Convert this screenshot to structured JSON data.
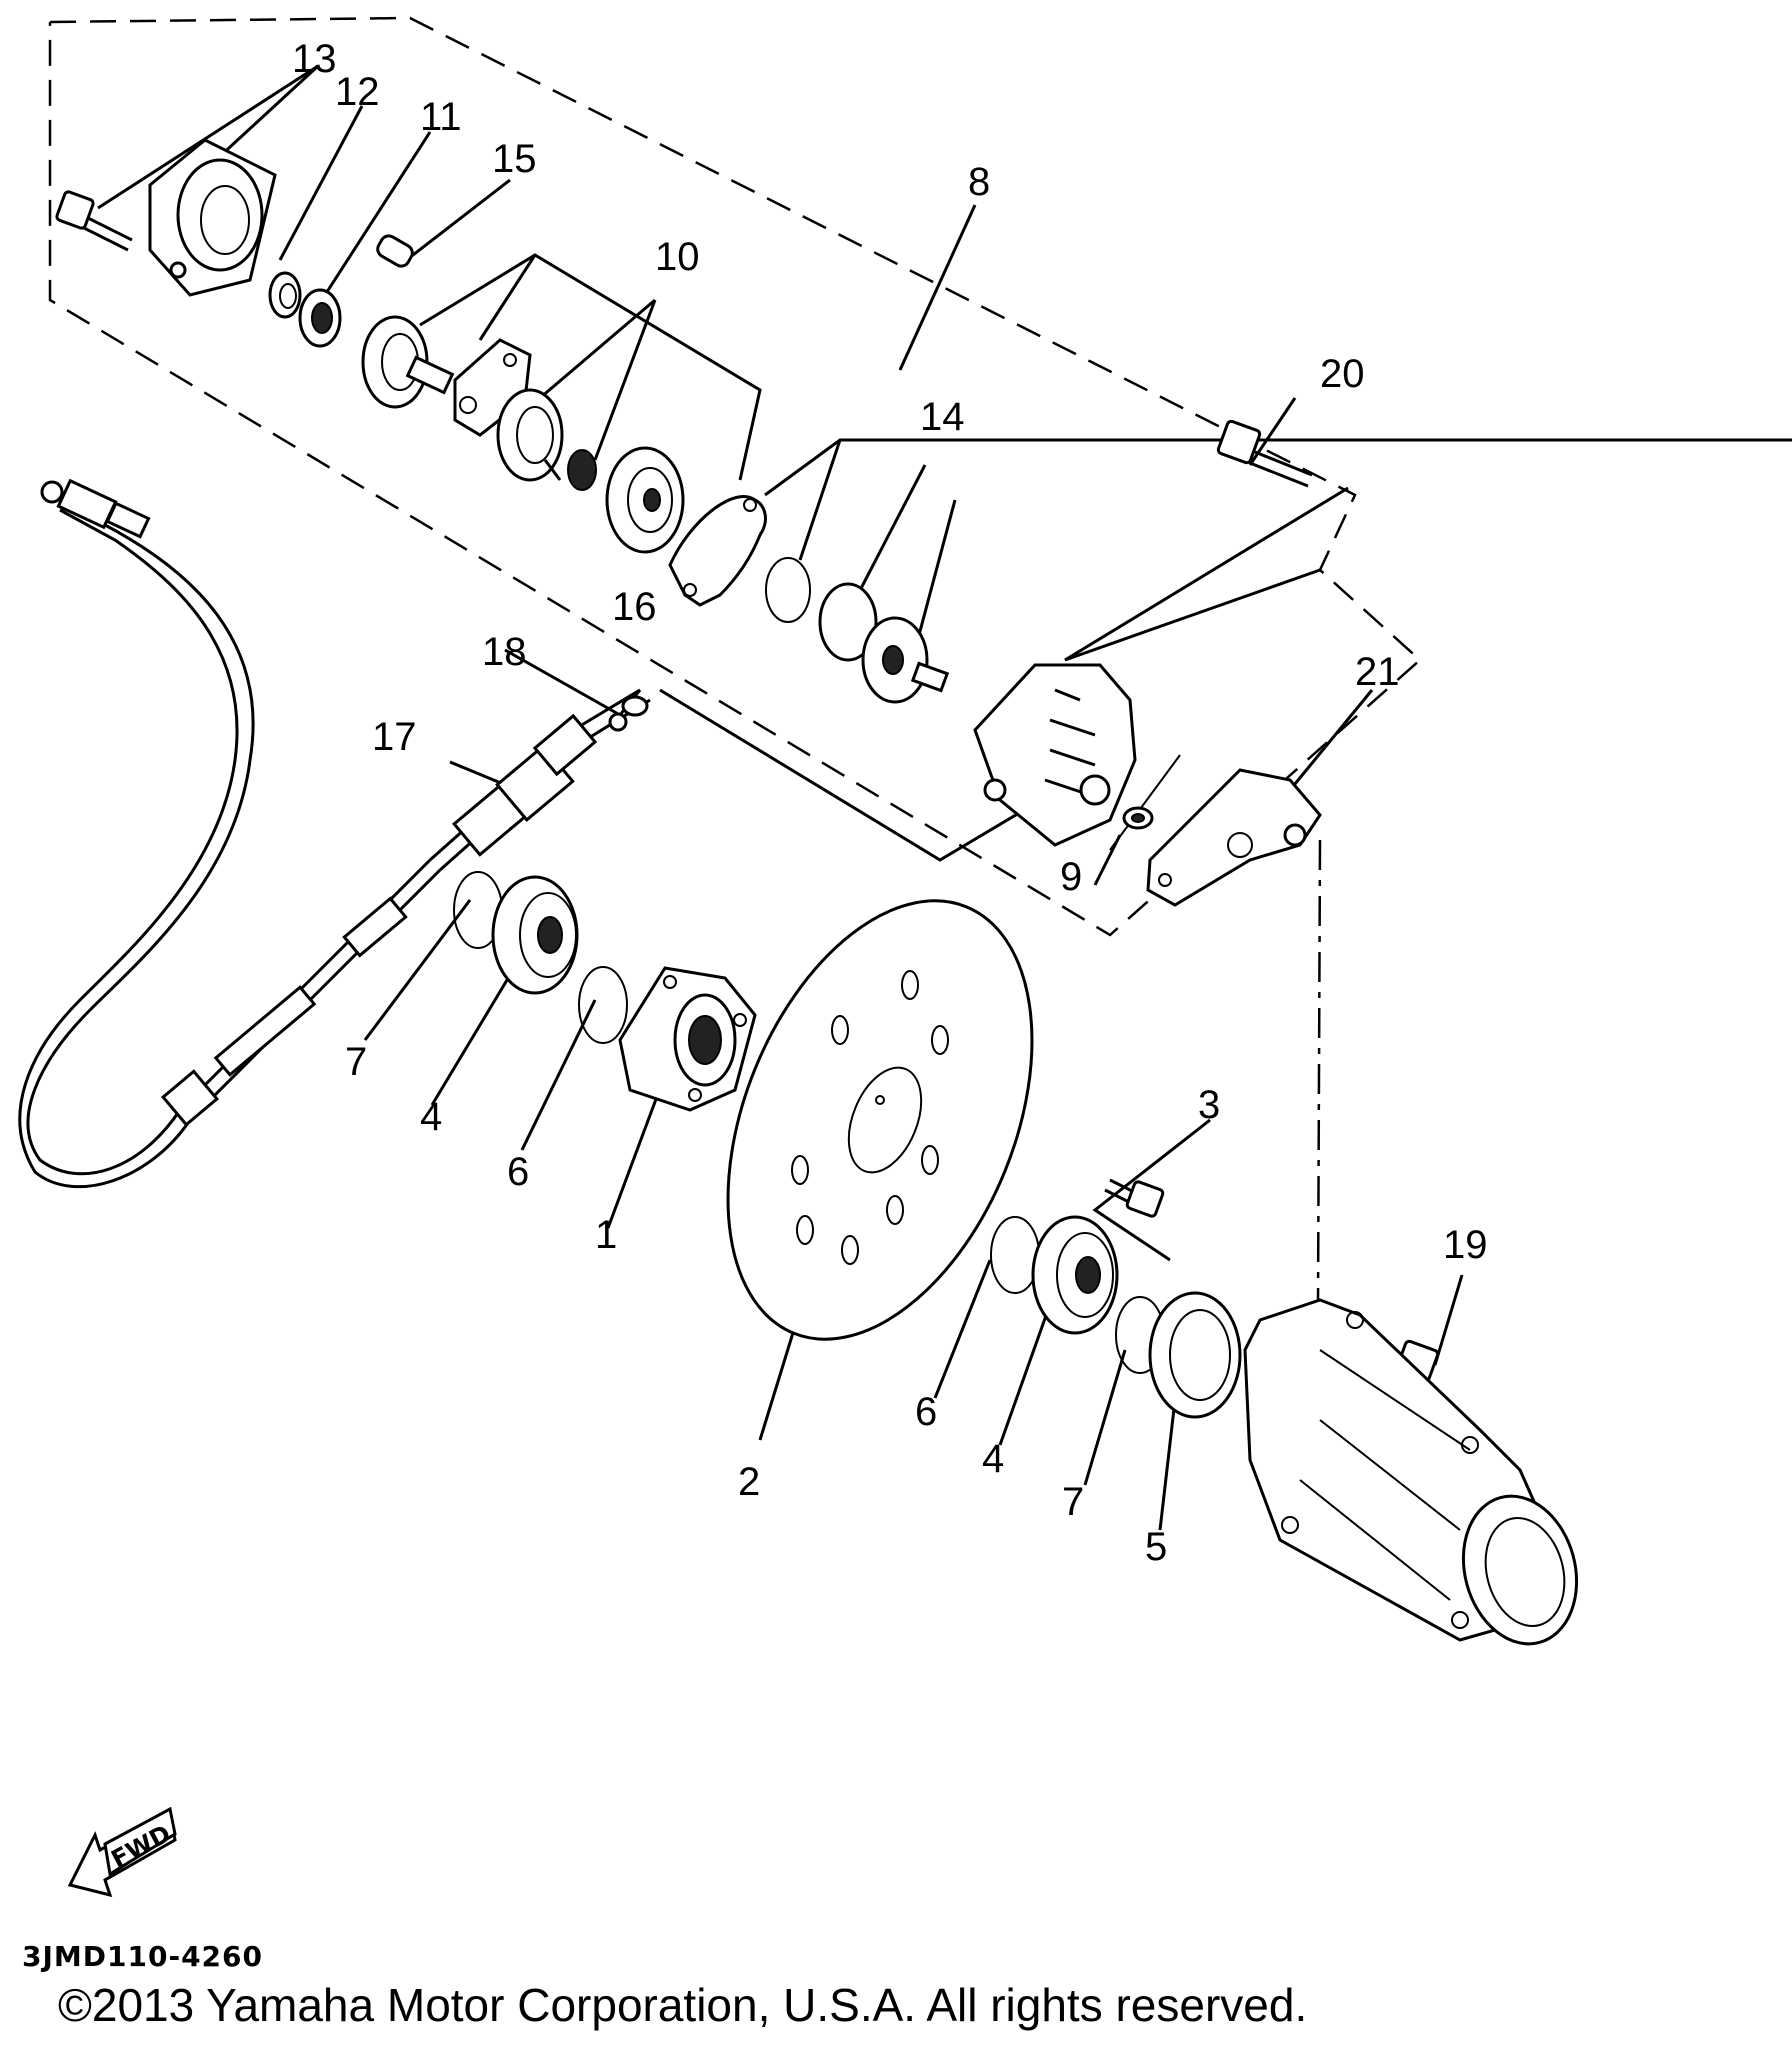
{
  "callouts": [
    {
      "n": "1"
    },
    {
      "n": "2"
    },
    {
      "n": "3"
    },
    {
      "n": "4"
    },
    {
      "n": "4"
    },
    {
      "n": "5"
    },
    {
      "n": "6"
    },
    {
      "n": "6"
    },
    {
      "n": "7"
    },
    {
      "n": "7"
    },
    {
      "n": "8"
    },
    {
      "n": "9"
    },
    {
      "n": "10"
    },
    {
      "n": "11"
    },
    {
      "n": "12"
    },
    {
      "n": "13"
    },
    {
      "n": "14"
    },
    {
      "n": "15"
    },
    {
      "n": "16"
    },
    {
      "n": "17"
    },
    {
      "n": "18"
    },
    {
      "n": "19"
    },
    {
      "n": "20"
    },
    {
      "n": "21"
    }
  ],
  "fwd_label": "FWD",
  "figure_code": "3JMD110-4260",
  "copyright": "©2013 Yamaha Motor Corporation, U.S.A. All rights reserved."
}
